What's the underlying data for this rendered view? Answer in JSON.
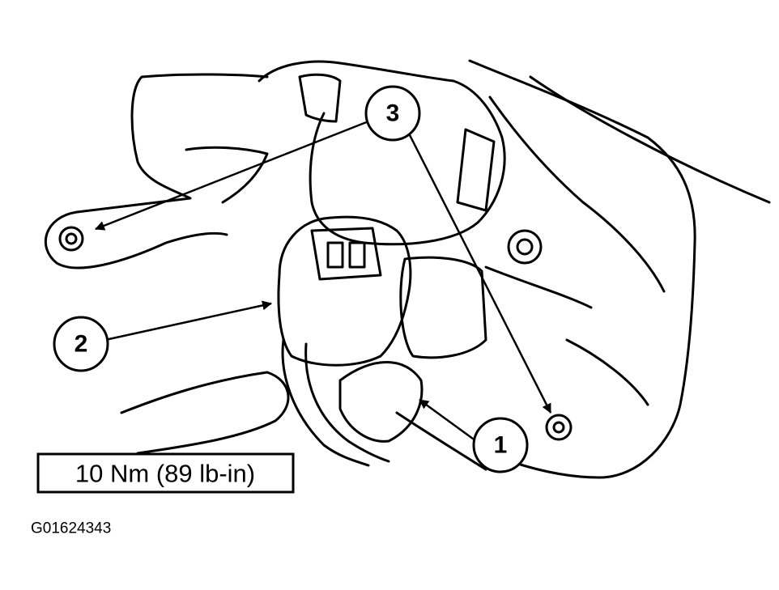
{
  "callouts": [
    {
      "id": "1",
      "label": "1"
    },
    {
      "id": "2",
      "label": "2"
    },
    {
      "id": "3",
      "label": "3"
    }
  ],
  "torque_spec": "10 Nm (89 lb-in)",
  "figure_id": "G01624343",
  "colors": {
    "ink": "#000000",
    "paper": "#ffffff"
  }
}
